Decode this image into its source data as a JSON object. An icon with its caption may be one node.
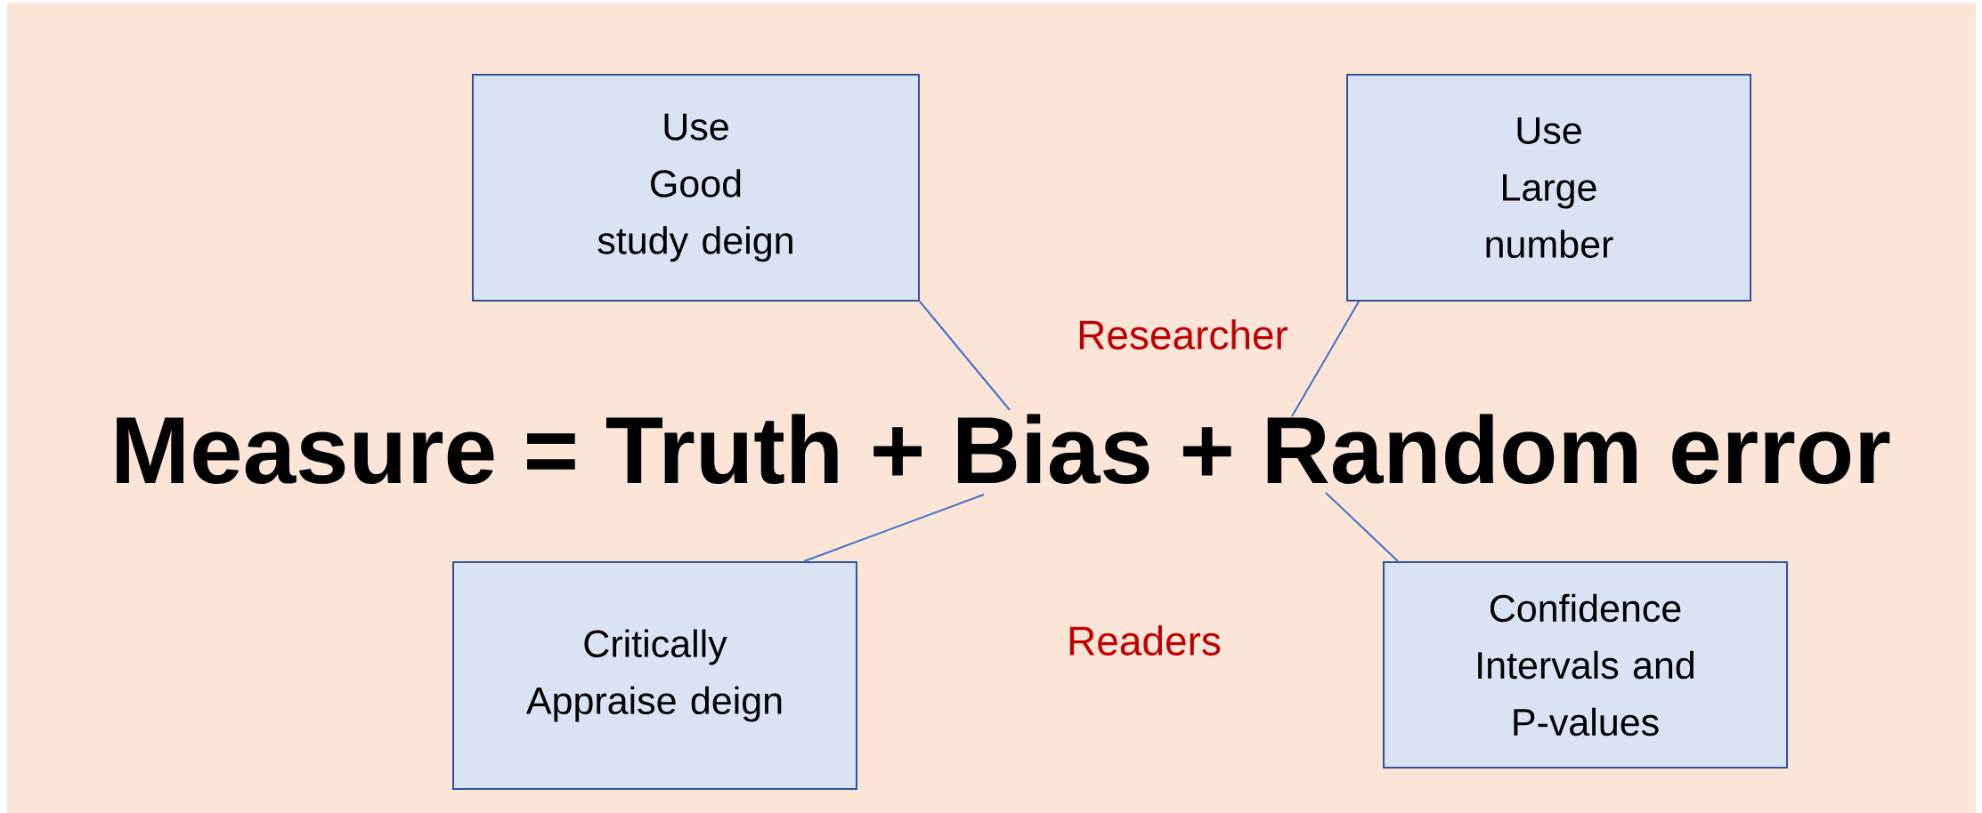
{
  "diagram": {
    "nodes": [
      {
        "text": [
          "Use",
          "Good",
          "study deign"
        ]
      },
      {
        "text": [
          "Use",
          "Large",
          "number"
        ]
      },
      {
        "text": [
          "Measure = Truth + Bias + Random error"
        ]
      },
      {
        "text": [
          "Critically Appraise deign"
        ]
      },
      {
        "text": [
          "Confidence Intervals and P-values"
        ]
      }
    ],
    "edges": [
      {
        "from": 0,
        "to": 2,
        "arrow": "none"
      },
      {
        "from": 1,
        "to": 2,
        "arrow": "none"
      },
      {
        "from": 3,
        "to": 2,
        "arrow": "none"
      },
      {
        "from": 4,
        "to": 2,
        "arrow": "none"
      }
    ],
    "labels": [
      "Researcher",
      "Readers"
    ]
  }
}
